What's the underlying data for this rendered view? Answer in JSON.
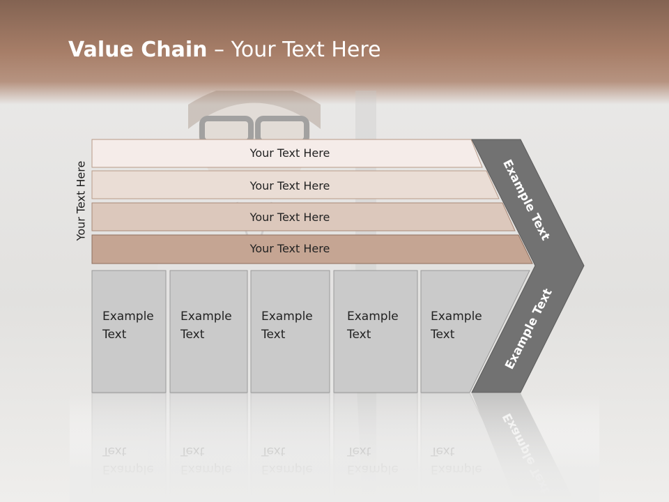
{
  "slide": {
    "title_bold": "Value Chain",
    "title_rest": " – Your Text Here",
    "side_label": "Your Text Here"
  },
  "rows": [
    {
      "label": "Your Text Here",
      "color": "#f5ece9"
    },
    {
      "label": "Your Text Here",
      "color": "#eaddd5"
    },
    {
      "label": "Your Text Here",
      "color": "#dcc8bc"
    },
    {
      "label": "Your Text Here",
      "color": "#c5a593"
    }
  ],
  "boxes": [
    {
      "line1": "Example",
      "line2": "Text"
    },
    {
      "line1": "Example",
      "line2": "Text"
    },
    {
      "line1": "Example",
      "line2": "Text"
    },
    {
      "line1": "Example",
      "line2": "Text"
    },
    {
      "line1": "Example",
      "line2": "Text"
    }
  ],
  "chevron": {
    "upper_text": "Example Text",
    "lower_text": "Example Text",
    "color": "#727272"
  },
  "colors": {
    "box_fill": "#cacaca",
    "header_brown": "#a77e68"
  }
}
